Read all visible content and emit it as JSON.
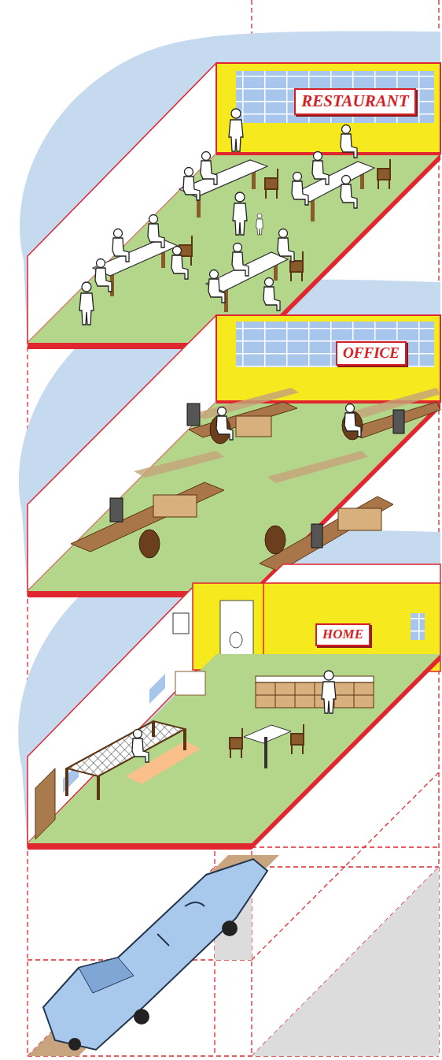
{
  "diagram": {
    "nodes": [
      {
        "text": [
          "RESTAURANT"
        ]
      },
      {
        "text": [
          "OFFICE"
        ]
      },
      {
        "text": [
          "HOME"
        ]
      }
    ]
  }
}
